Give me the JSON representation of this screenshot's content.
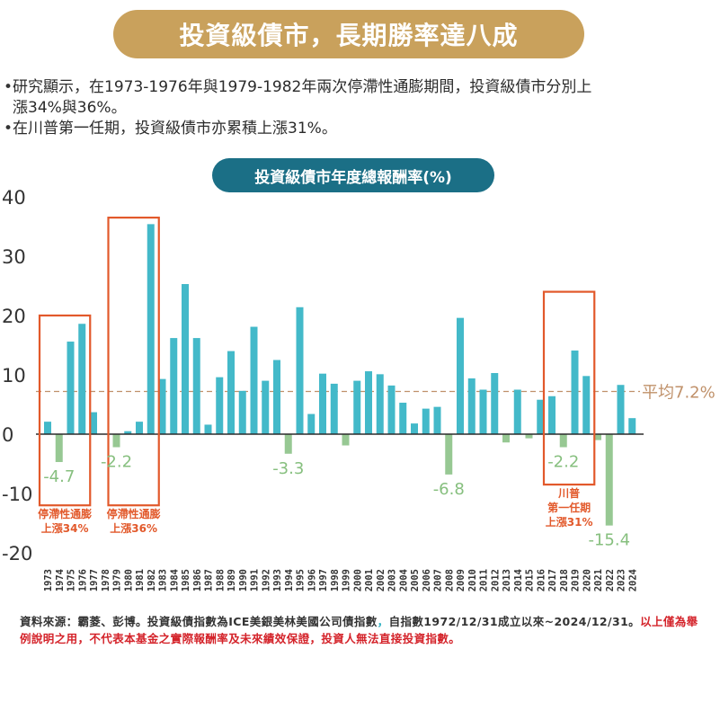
{
  "title": "投資級債市，長期勝率達八成",
  "bullets": [
    {
      "line1": "研究顯示，在1973-1976年與1979-1982年兩次停滯性通膨期間，投資級債市分別上",
      "line2": "漲34%與36%。"
    },
    {
      "line1": "在川普第一任期，投資級債市亦累積上漲31%。"
    }
  ],
  "chart_subtitle": "投資級債市年度總報酬率(%)",
  "chart_data": {
    "type": "bar",
    "categories": [
      "1973",
      "1974",
      "1975",
      "1976",
      "1977",
      "1978",
      "1979",
      "1980",
      "1981",
      "1982",
      "1983",
      "1984",
      "1985",
      "1986",
      "1987",
      "1988",
      "1989",
      "1990",
      "1991",
      "1992",
      "1993",
      "1994",
      "1995",
      "1996",
      "1997",
      "1998",
      "1999",
      "2000",
      "2001",
      "2002",
      "2003",
      "2004",
      "2005",
      "2006",
      "2007",
      "2008",
      "2009",
      "2010",
      "2011",
      "2012",
      "2013",
      "2014",
      "2015",
      "2016",
      "2017",
      "2018",
      "2019",
      "2020",
      "2021",
      "2022",
      "2023",
      "2024"
    ],
    "values": [
      2.1,
      -4.7,
      15.6,
      18.6,
      3.7,
      0,
      -2.2,
      0.5,
      2.1,
      35.4,
      9.3,
      16.2,
      25.3,
      16.2,
      1.6,
      9.6,
      14.0,
      7.3,
      18.1,
      9.0,
      12.5,
      -3.3,
      21.4,
      3.4,
      10.2,
      8.5,
      -1.9,
      9.0,
      10.6,
      10.1,
      8.2,
      5.3,
      1.8,
      4.3,
      4.6,
      -6.8,
      19.6,
      9.4,
      7.5,
      10.3,
      -1.4,
      7.5,
      -0.7,
      5.8,
      6.4,
      -2.2,
      14.1,
      9.8,
      -1.0,
      -15.4,
      8.3,
      2.7
    ],
    "ylim": [
      -20,
      40
    ],
    "yticks": [
      -20,
      -10,
      0,
      10,
      20,
      30,
      40
    ],
    "average_line": {
      "value": 7.2,
      "label": "平均7.2%"
    },
    "value_labels": [
      {
        "year": "1974",
        "text": "-4.7"
      },
      {
        "year": "1979",
        "text": "-2.2"
      },
      {
        "year": "1994",
        "text": "-3.3"
      },
      {
        "year": "2008",
        "text": "-6.8"
      },
      {
        "year": "2018",
        "text": "-2.2"
      },
      {
        "year": "2022",
        "text": "-15.4"
      }
    ],
    "highlight_boxes": [
      {
        "from": "1973",
        "to": "1976",
        "y_top": 20,
        "y_bottom": -12,
        "label_line1": "停滯性通膨",
        "label_line2": "上漲34%"
      },
      {
        "from": "1979",
        "to": "1982",
        "y_top": 36.5,
        "y_bottom": -12,
        "label_line1": "停滯性通膨",
        "label_line2": "上漲36%"
      },
      {
        "from": "2017",
        "to": "2020",
        "y_top": 24,
        "y_bottom": -8.5,
        "label_line1": "川普",
        "label_line2": "第一任期",
        "label_line3": "上漲31%"
      }
    ],
    "grid": false,
    "colors": {
      "positive": "#43b9c9",
      "negative": "#97c893",
      "label_negative": "#86bf7e",
      "box": "#e2592b",
      "average": "#c0916a",
      "axis": "#333333"
    }
  },
  "footer": {
    "part1": "資料來源：霸菱、彭博。投資級債指數為ICE美銀美林美國公司債指數",
    "dot": "，",
    "part2": "自指數1972/12/31成立以來~2024/12/31。",
    "part3": "以上僅為舉例說明之用，不代表本基金之實際報酬率及未來績效保證，投資人無法直接投資指數。"
  }
}
